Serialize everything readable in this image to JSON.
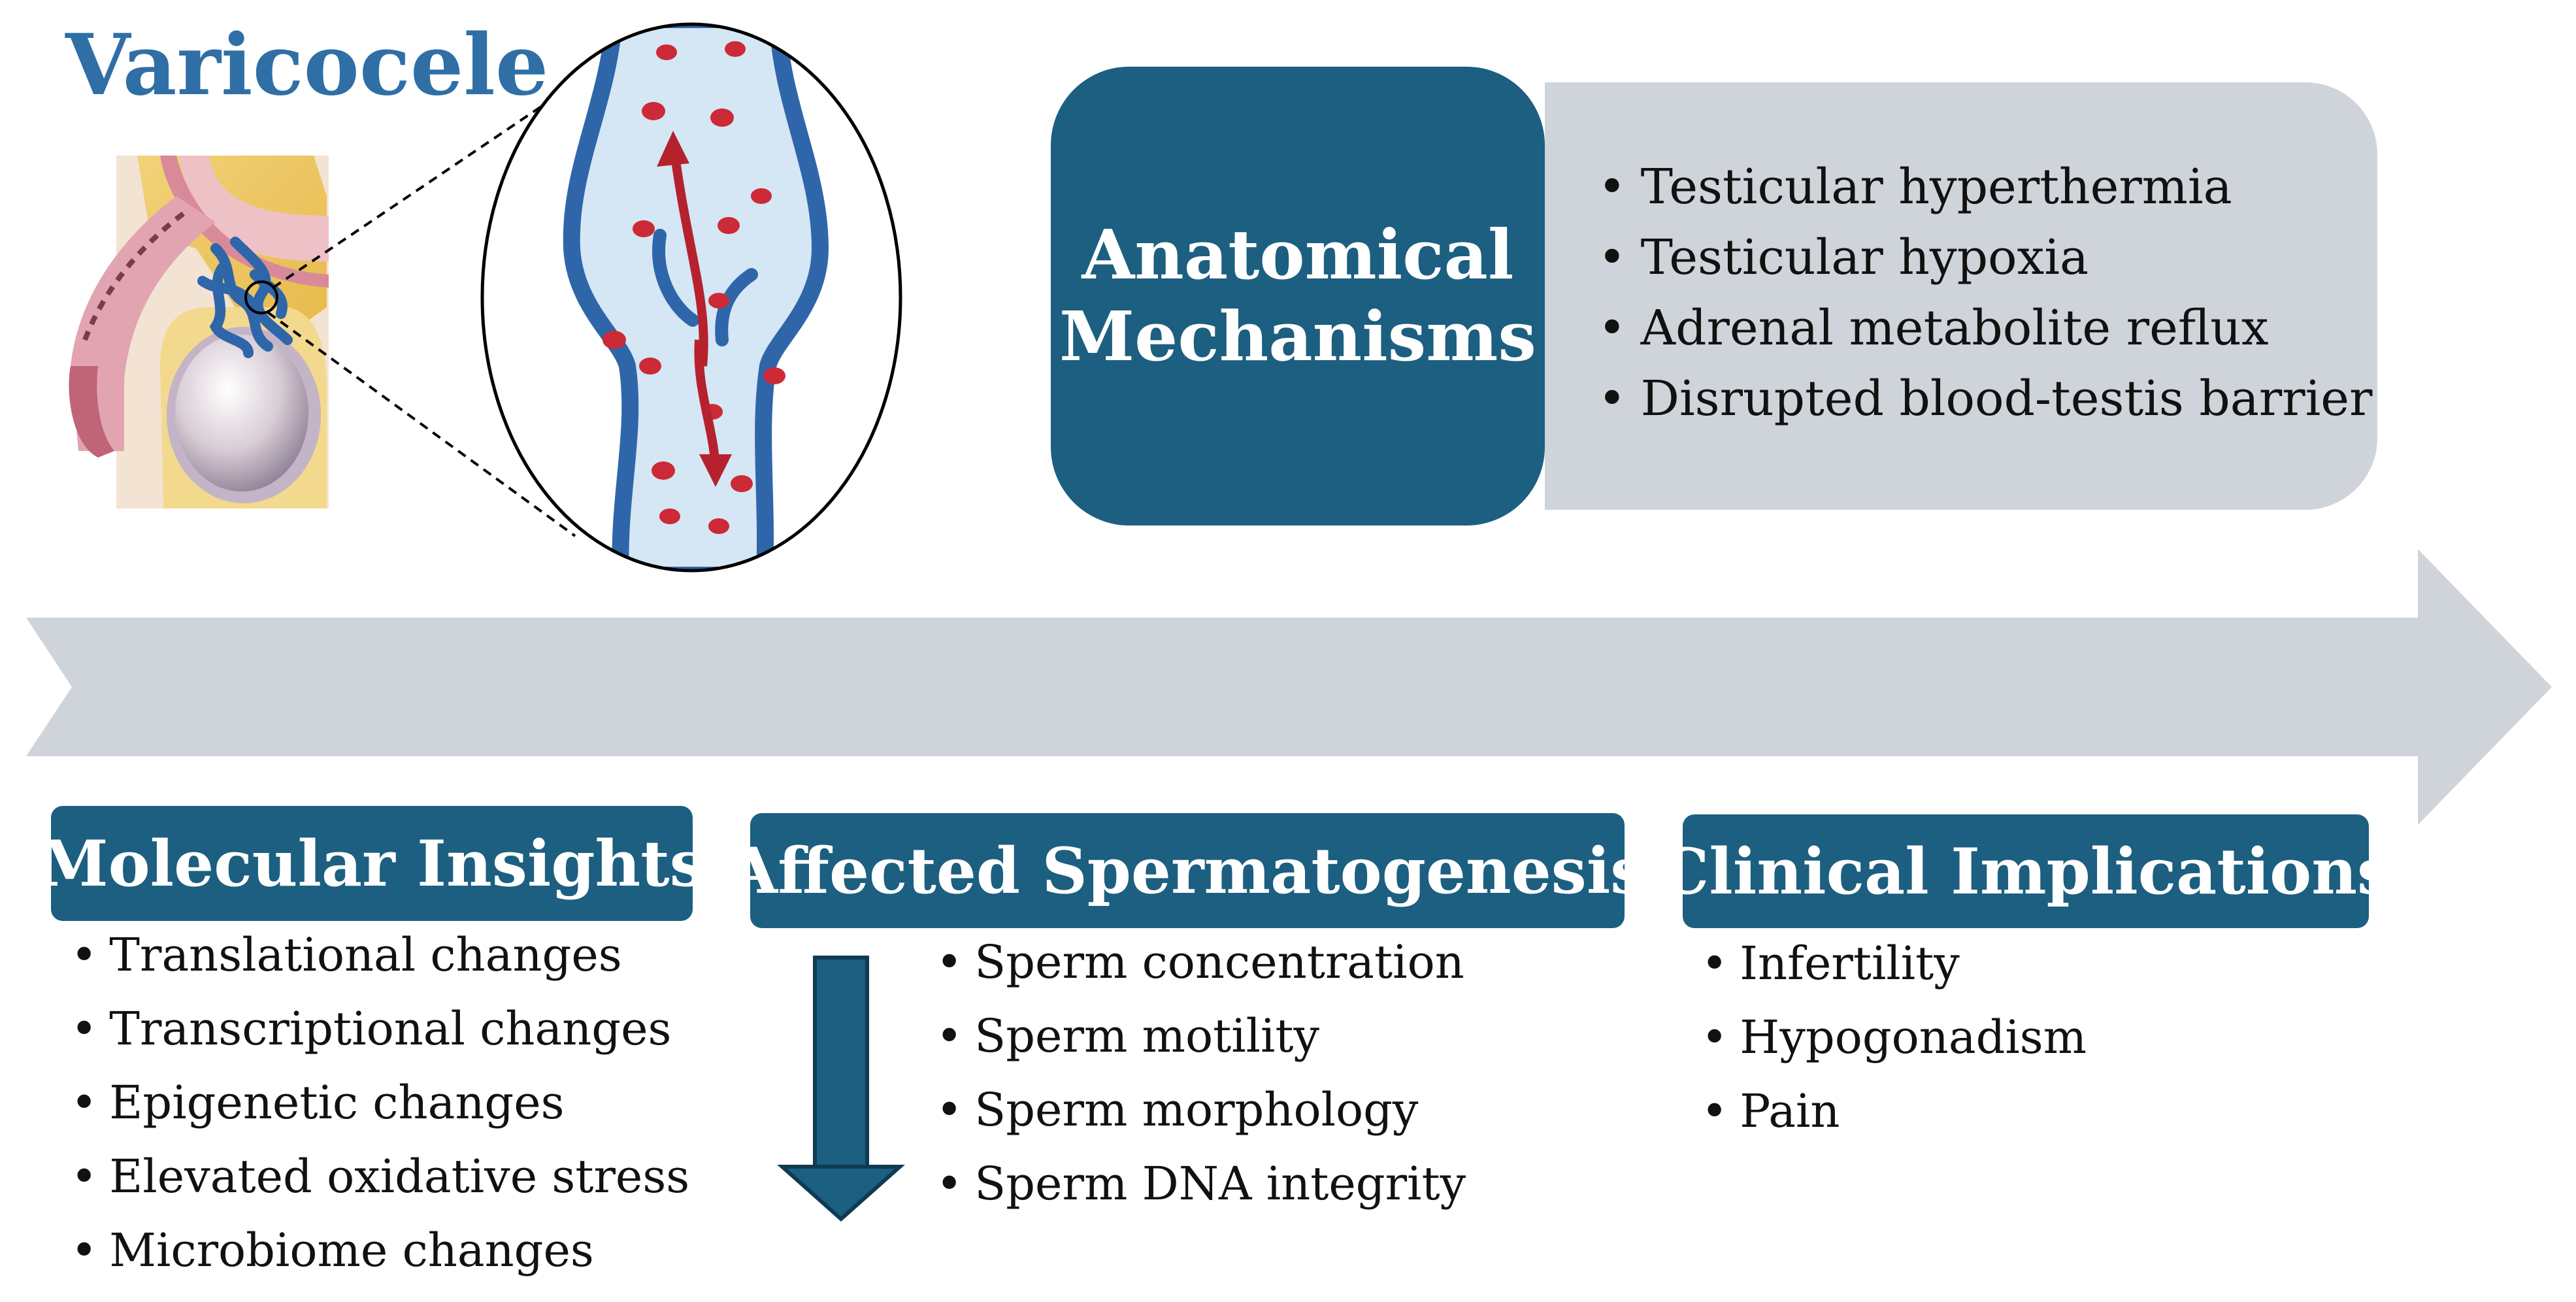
{
  "title": "Varicocele",
  "mechanisms": {
    "title_lines": [
      "Anatomical",
      "Mechanisms"
    ],
    "items": [
      "Testicular hyperthermia",
      "Testicular hypoxia",
      "Adrenal metabolite reflux",
      "Disrupted blood-testis barrier"
    ]
  },
  "molecular": {
    "title": "Molecular Insights",
    "items": [
      "Translational changes",
      "Transcriptional changes",
      "Epigenetic changes",
      "Elevated oxidative stress",
      "Microbiome changes"
    ]
  },
  "spermatogenesis": {
    "title": "Affected Spermatogenesis",
    "items": [
      "Sperm concentration",
      "Sperm motility",
      "Sperm morphology",
      "Sperm DNA integrity"
    ]
  },
  "clinical": {
    "title": "Clinical Implications",
    "items": [
      "Infertility",
      "Hypogonadism",
      "Pain"
    ]
  },
  "colors": {
    "header_bg": "#1c5f80",
    "panel_bg": "#cfd4db",
    "timeline_arrow": "#cfd4db",
    "title_text": "#2f6fa6",
    "vein_blue": "#2f66aa",
    "blood_red": "#cc2a36"
  }
}
